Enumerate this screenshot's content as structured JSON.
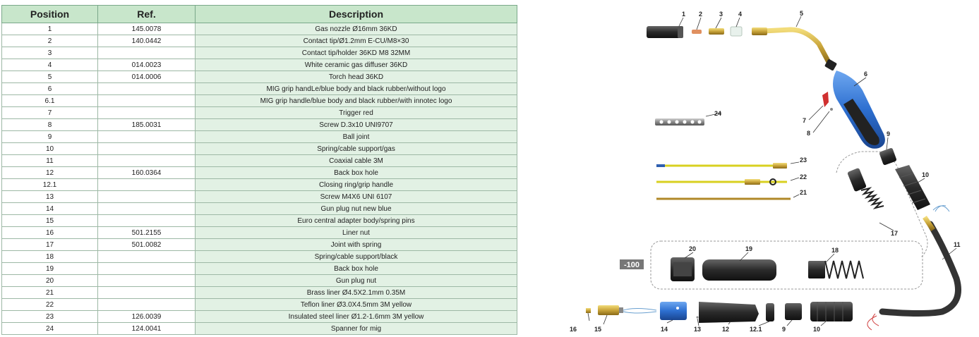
{
  "table": {
    "headers": {
      "position": "Position",
      "ref": "Ref.",
      "description": "Description"
    },
    "rows": [
      {
        "position": "1",
        "ref": "145.0078",
        "description": "Gas nozzle Ø16mm 36KD"
      },
      {
        "position": "2",
        "ref": "140.0442",
        "description": "Contact tip/Ø1.2mm E-CU/M8×30"
      },
      {
        "position": "3",
        "ref": "",
        "description": "Contact tip/holder 36KD M8 32MM"
      },
      {
        "position": "4",
        "ref": "014.0023",
        "description": "White ceramic gas diffuser 36KD"
      },
      {
        "position": "5",
        "ref": "014.0006",
        "description": "Torch head 36KD"
      },
      {
        "position": "6",
        "ref": "",
        "description": "MIG grip handLe/blue body and black rubber/without logo"
      },
      {
        "position": "6.1",
        "ref": "",
        "description": "MIG grip handle/blue body and black rubber/with innotec logo"
      },
      {
        "position": "7",
        "ref": "",
        "description": "Trigger red"
      },
      {
        "position": "8",
        "ref": "185.0031",
        "description": "Screw D.3x10 UNI9707"
      },
      {
        "position": "9",
        "ref": "",
        "description": "Ball joint"
      },
      {
        "position": "10",
        "ref": "",
        "description": "Spring/cable support/gas"
      },
      {
        "position": "11",
        "ref": "",
        "description": "Coaxial cable 3M"
      },
      {
        "position": "12",
        "ref": "160.0364",
        "description": "Back box hole"
      },
      {
        "position": "12.1",
        "ref": "",
        "description": "Closing ring/grip handle"
      },
      {
        "position": "13",
        "ref": "",
        "description": "Screw M4X6 UNI 6107"
      },
      {
        "position": "14",
        "ref": "",
        "description": "Gun plug nut new blue"
      },
      {
        "position": "15",
        "ref": "",
        "description": "Euro central adapter body/spring pins"
      },
      {
        "position": "16",
        "ref": "501.2155",
        "description": "Liner nut"
      },
      {
        "position": "17",
        "ref": "501.0082",
        "description": "Joint with spring"
      },
      {
        "position": "18",
        "ref": "",
        "description": "Spring/cable support/black"
      },
      {
        "position": "19",
        "ref": "",
        "description": "Back box hole"
      },
      {
        "position": "20",
        "ref": "",
        "description": "Gun plug nut"
      },
      {
        "position": "21",
        "ref": "",
        "description": "Brass liner Ø4.5X2.1mm 0.35M"
      },
      {
        "position": "22",
        "ref": "",
        "description": "Teflon liner Ø3.0X4.5mm 3M yellow"
      },
      {
        "position": "23",
        "ref": "126.0039",
        "description": "Insulated steel liner Ø1.2-1.6mm 3M yellow"
      },
      {
        "position": "24",
        "ref": "124.0041",
        "description": "Spanner for mig"
      }
    ]
  },
  "diagram": {
    "labels": {
      "p1": "1",
      "p2": "2",
      "p3": "3",
      "p4": "4",
      "p5": "5",
      "p6": "6",
      "p7": "7",
      "p8": "8",
      "p9a": "9",
      "p9b": "9",
      "p10a": "10",
      "p10b": "10",
      "p11": "11",
      "p12": "12",
      "p121": "12.1",
      "p13": "13",
      "p14": "14",
      "p15": "15",
      "p16": "16",
      "p17": "17",
      "p18": "18",
      "p19": "19",
      "p20": "20",
      "p21": "21",
      "p22": "22",
      "p23": "23",
      "p24": "24"
    },
    "variant_tag": "-100",
    "colors": {
      "blue": "#2d6fd0",
      "brass": "#c9a43a",
      "yellow": "#d8d020",
      "rubber": "#333333"
    }
  }
}
